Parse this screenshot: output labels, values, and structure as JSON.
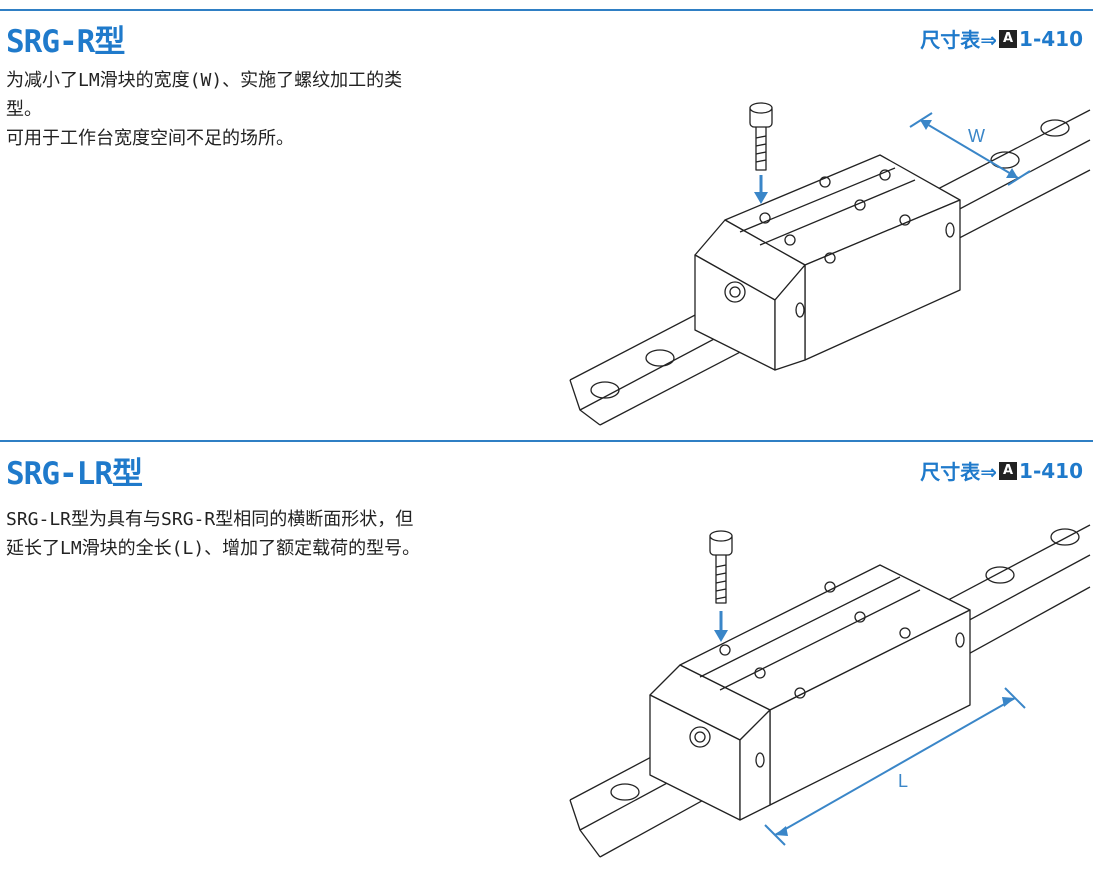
{
  "sections": [
    {
      "title": "SRG-R型",
      "ref_label": "尺寸表⇒",
      "ref_icon": "A",
      "ref_page": "1-410",
      "lines": [
        "为减小了LM滑块的宽度(W)、实施了螺纹加工的类",
        "型。",
        "可用于工作台宽度空间不足的场所。"
      ],
      "dim_label": "W"
    },
    {
      "title": "SRG-LR型",
      "ref_label": "尺寸表⇒",
      "ref_icon": "A",
      "ref_page": "1-410",
      "lines": [
        "SRG-LR型为具有与SRG-R型相同的横断面形状，但",
        "延长了LM滑块的全长(L)、增加了额定载荷的型号。"
      ],
      "dim_label": "L"
    }
  ],
  "colors": {
    "accent": "#1f7acb",
    "rule": "#2f7fc4",
    "dimension": "#3a86c8"
  }
}
